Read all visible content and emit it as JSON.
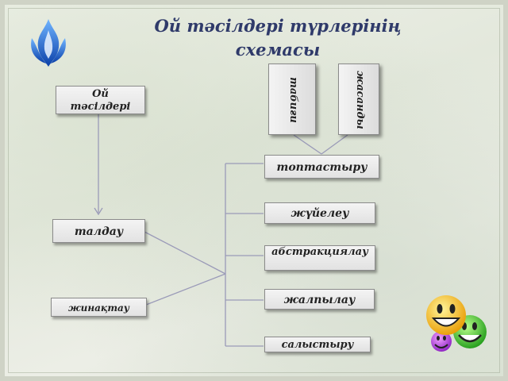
{
  "title": "Ой тәсілдері түрлерінің схемасы",
  "nodes": {
    "oi_tasilderi": "Ой тәсілдері",
    "tabigi": "табиғи",
    "zhasandy": "жасанды",
    "toptastyru": "топтастыру",
    "zhuielea": "жүйелеу",
    "taldau": "талдау",
    "abstraktsiyalau": "абстракциялау",
    "zhinaktau": "жинақтау",
    "zhalpylau": "жалпылау",
    "salystyru": "салыстыру"
  },
  "colors": {
    "title": "#2f3a6a",
    "connector": "#9a9ab8",
    "logo": "#1e5fd0"
  },
  "icons": [
    "flame-logo-icon",
    "smiley-icon"
  ]
}
